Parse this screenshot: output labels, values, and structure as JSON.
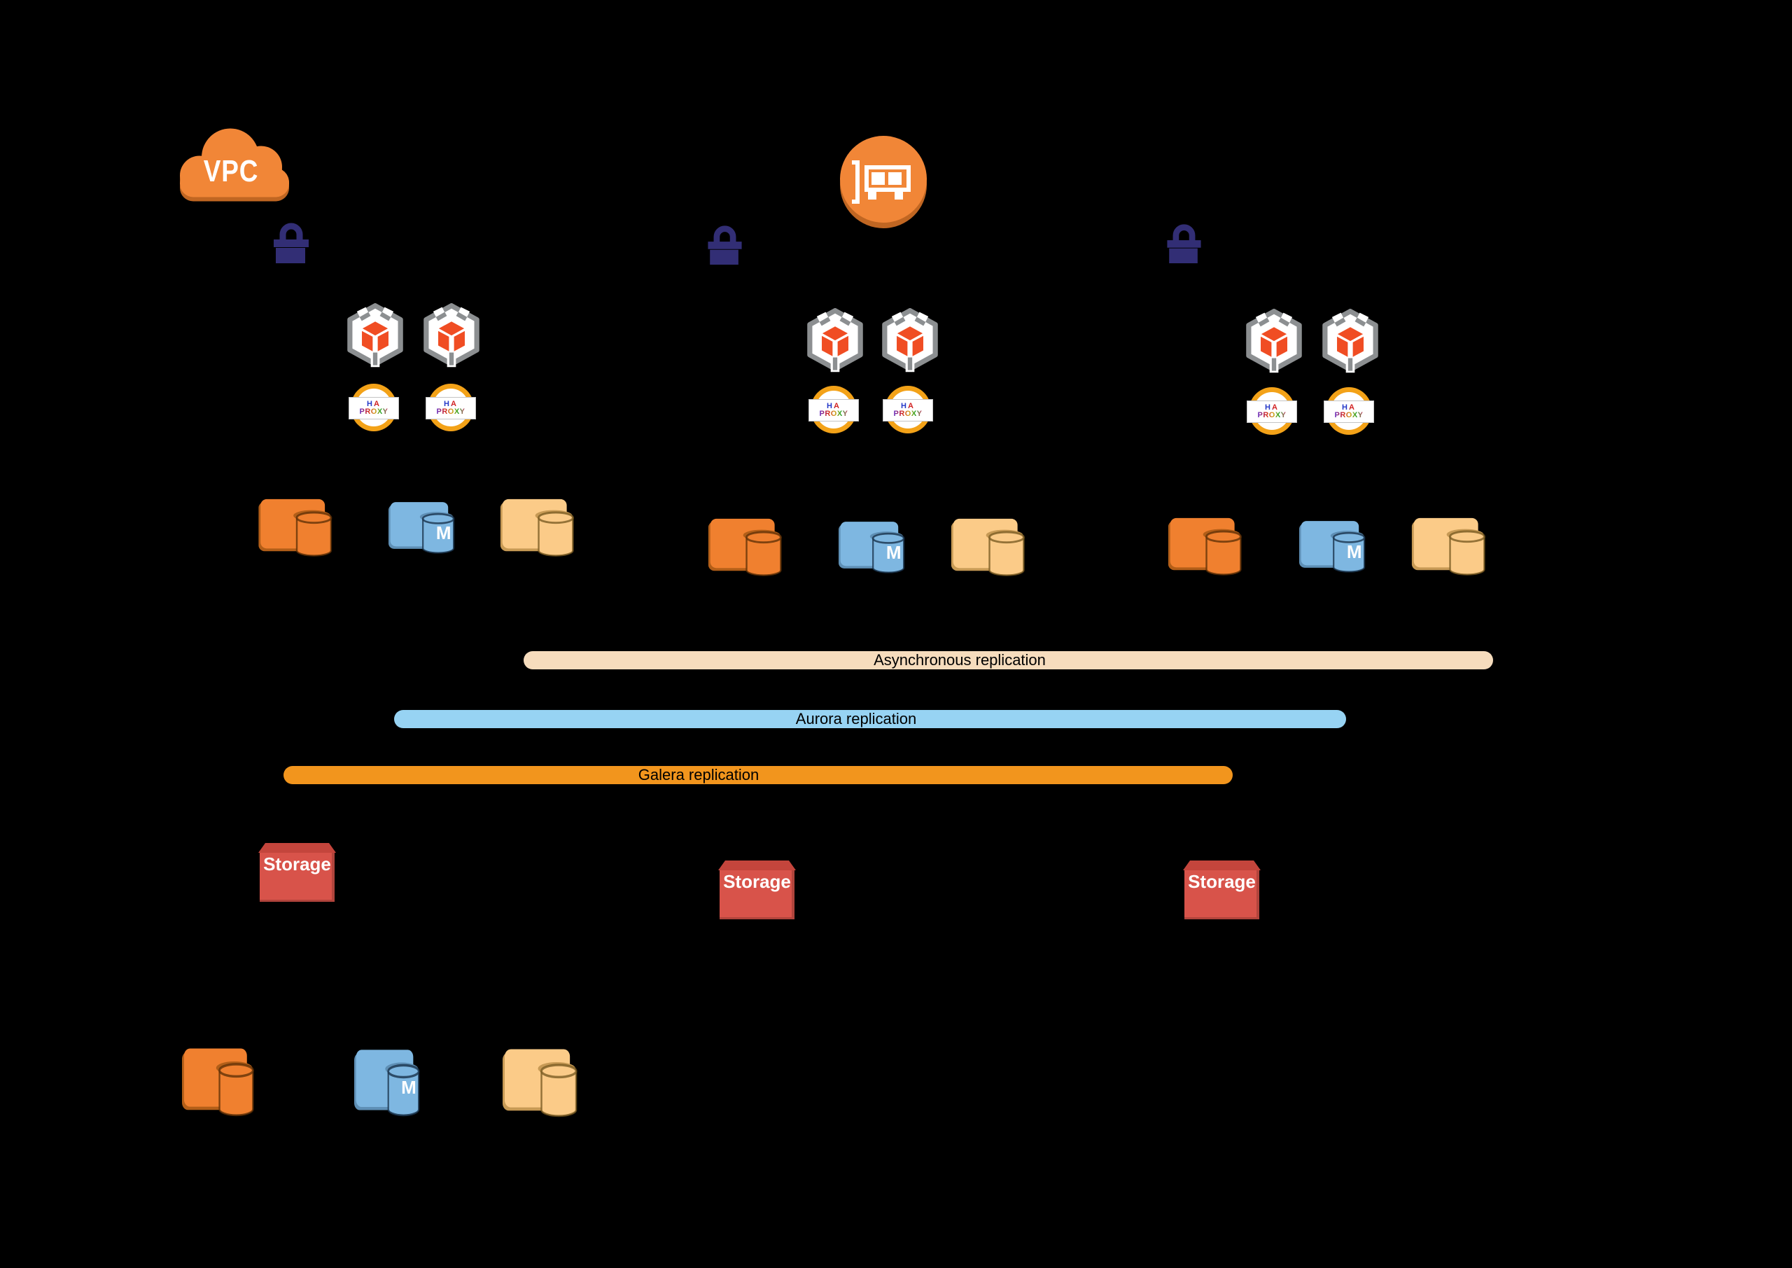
{
  "diagram": {
    "vpc": {
      "label": "VPC"
    },
    "haproxy": {
      "line1": "HA",
      "line2": "PROXY"
    },
    "database": {
      "master_badge": "M"
    },
    "storage": {
      "label": "Storage"
    },
    "replication_bars": [
      {
        "label": "Asynchronous replication",
        "color": "#F6DCBD"
      },
      {
        "label": "Aurora replication",
        "color": "#97D3F3"
      },
      {
        "label": "Galera replication",
        "color": "#F2951D"
      }
    ],
    "colors": {
      "background": "#000000",
      "aws_orange": "#F18637",
      "aws_orange_shadow": "#C06622",
      "lock_navy": "#322E75",
      "cube_gray": "#8C8F91",
      "cube_red": "#F04D23",
      "haproxy_ring": "#F3A218",
      "db_orange": "#F0802F",
      "db_orange_shadow": "#B25E18",
      "db_blue": "#7EB7E1",
      "db_blue_shadow": "#5E8FB5",
      "db_tan": "#FBCB88",
      "db_tan_shadow": "#C79A55",
      "storage_red": "#D8534A",
      "storage_lid_red": "#C4453C"
    }
  }
}
